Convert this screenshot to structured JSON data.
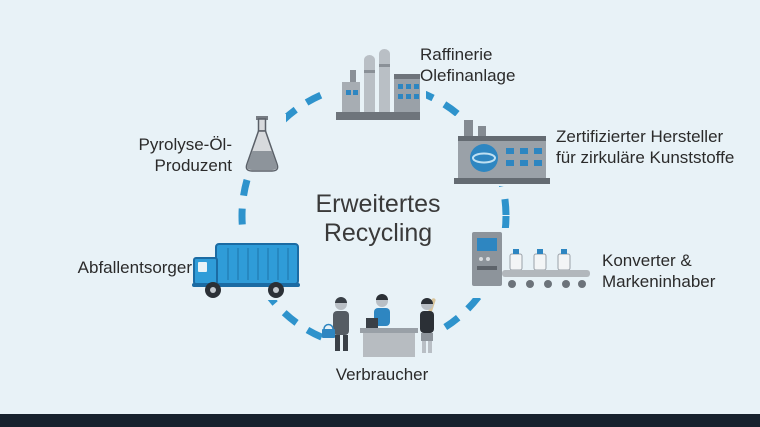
{
  "title": {
    "line1": "Erweitertes",
    "line2": "Recycling"
  },
  "nodes": {
    "raffinerie": {
      "line1": "Raffinerie",
      "line2": "Olefinanlage",
      "icon": "refinery-icon"
    },
    "zertifizierter_hersteller": {
      "line1": "Zertifizierter Hersteller",
      "line2": "für zirkuläre Kunststoffe",
      "icon": "certified-factory-icon"
    },
    "konverter": {
      "line1": "Konverter &",
      "line2": "Markeninhaber",
      "icon": "conveyor-belt-icon"
    },
    "verbraucher": {
      "label": "Verbraucher",
      "icon": "checkout-consumers-icon"
    },
    "abfallentsorger": {
      "label": "Abfallentsorger",
      "icon": "garbage-truck-icon"
    },
    "pyrolyse": {
      "line1": "Pyrolyse-Öl-",
      "line2": "Produzent",
      "icon": "flask-icon"
    }
  },
  "colors": {
    "background": "#e8f2f7",
    "accent_blue": "#2e93cc",
    "icon_gray": "#9aa1a8",
    "icon_dark": "#4a5056",
    "text": "#2b2b2b",
    "footer": "#17212d"
  }
}
